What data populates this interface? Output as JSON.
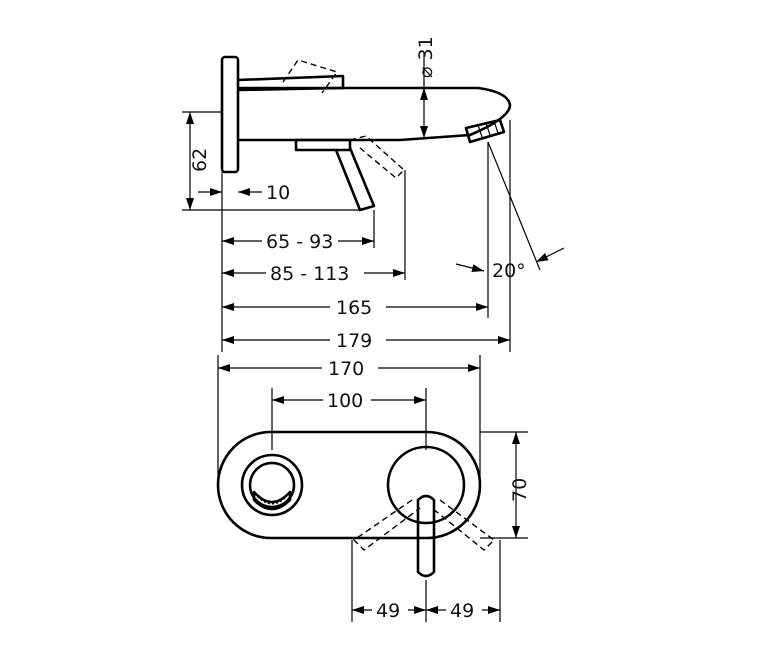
{
  "side_view": {
    "dimensions": {
      "height_62": "62",
      "wall_10": "10",
      "diameter_31": "⌀ 31",
      "lever_range_1": "65 - 93",
      "lever_range_2": "85 - 113",
      "length_165": "165",
      "length_179": "179",
      "angle_20": "20°"
    }
  },
  "front_view": {
    "dimensions": {
      "width_170": "170",
      "spacing_100": "100",
      "height_70": "70",
      "left_49": "49",
      "right_49": "49"
    }
  }
}
